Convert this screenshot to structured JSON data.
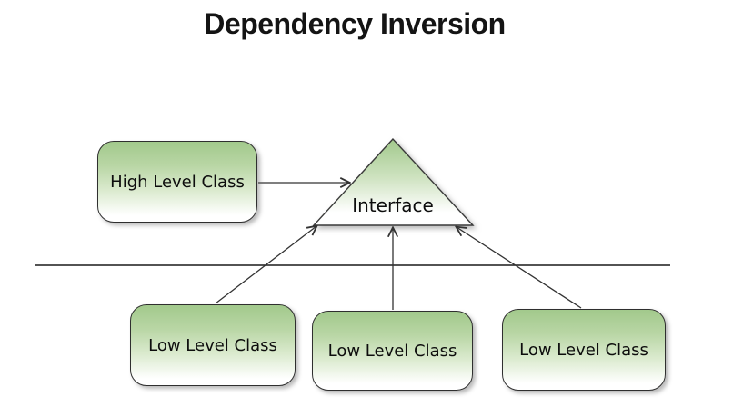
{
  "title": "Dependency Inversion",
  "diagram": {
    "high_level_class": {
      "label": "High Level Class"
    },
    "interface": {
      "label": "Interface"
    },
    "low_level_classes": [
      {
        "label": "Low Level Class"
      },
      {
        "label": "Low Level Class"
      },
      {
        "label": "Low Level Class"
      }
    ],
    "colors": {
      "box_green_top": "#a2c98c",
      "box_fade_bottom": "#ffffff",
      "box_border": "#2f2f2f",
      "line": "#333333",
      "separator": "#1a1a1a",
      "title_text": "#141414"
    }
  }
}
